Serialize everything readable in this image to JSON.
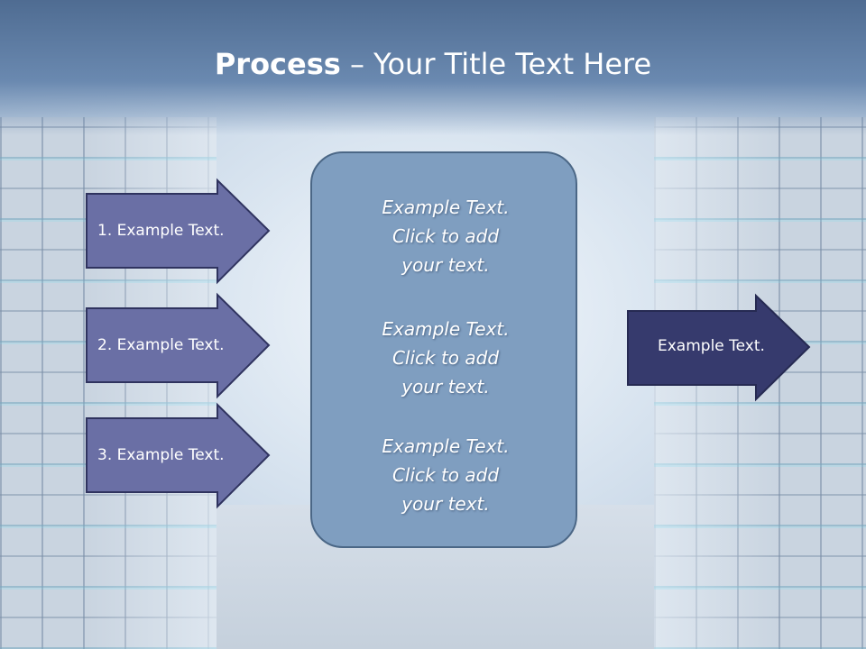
{
  "slide": {
    "title_bold": "Process",
    "title_rest": " – Your Title Text Here"
  },
  "steps": [
    {
      "label": "1. Example Text."
    },
    {
      "label": "2. Example Text."
    },
    {
      "label": "3. Example Text."
    }
  ],
  "panel": {
    "blocks": [
      {
        "lines": [
          "Example Text.",
          "Click  to add",
          "your text."
        ]
      },
      {
        "lines": [
          "Example Text.",
          "Click  to add",
          "your text."
        ]
      },
      {
        "lines": [
          "Example Text.",
          "Click  to add",
          "your text."
        ]
      }
    ]
  },
  "output": {
    "label": "Example Text."
  },
  "colors": {
    "step_arrow_fill": "#6a6fa5",
    "output_arrow_fill": "#363a6d",
    "arrow_border": "#2f335f",
    "panel_fill": "#7f9ec0",
    "header": "#5a78a0"
  }
}
